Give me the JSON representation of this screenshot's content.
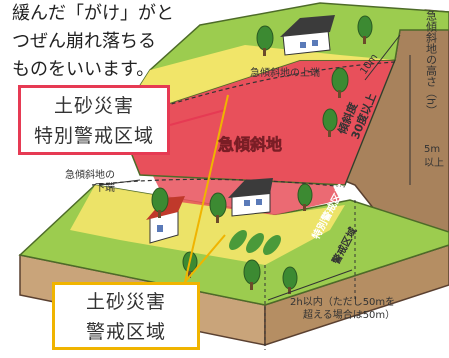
{
  "intro_text": [
    "緩んだ「がけ」がと",
    "つぜん崩れ落ちる",
    "ものをいいます。"
  ],
  "special_zone_box": [
    "土砂災害",
    "特別警戒区域"
  ],
  "warning_zone_box": [
    "土砂災害",
    "警戒区域"
  ],
  "labels": {
    "slope_name": "急傾斜地",
    "slope_top": "急傾斜地の上端",
    "slope_bottom_line1": "急傾斜地の",
    "slope_bottom_line2": "下端",
    "distance_10m": "10m",
    "slope_angle_line1": "傾斜度",
    "slope_angle_line2": "30度以上",
    "height_vertical": "急傾斜地の高さ（h）",
    "height_min": "5m",
    "height_min_suffix": "以上",
    "special_zone_side": "特別警戒区域",
    "warning_zone_side": "警戒区域",
    "range_line1": "2h以内（ただし50mを",
    "range_line2": "超える場合は50m）"
  },
  "colors": {
    "special_zone": "#e8505b",
    "warning_zone": "#f5e66a",
    "grass": "#9ccc4f",
    "soil": "#c8a27a",
    "red_border": "#e63a53",
    "yellow_border": "#f0b400"
  }
}
